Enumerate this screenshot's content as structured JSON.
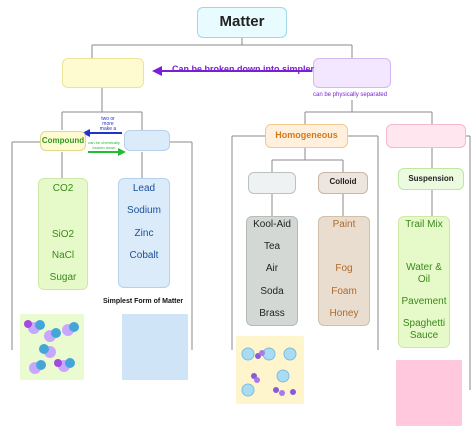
{
  "title": "Matter",
  "arrow_simpler": "Can be broken down into simpler",
  "arrow_physical": "can be physically separated",
  "small_notes": {
    "two_or_more": [
      "two or",
      "more",
      "make a"
    ],
    "separated": [
      "can be chemically",
      "broken down"
    ]
  },
  "compound": {
    "label": "Compound",
    "items": [
      "CO2",
      "SiO2",
      "NaCl",
      "Sugar"
    ]
  },
  "element": {
    "items": [
      "Lead",
      "Sodium",
      "Zinc",
      "Cobalt"
    ],
    "caption": "Simplest Form of Matter"
  },
  "homogeneous": {
    "label": "Homogeneous",
    "solution_items": [
      "Kool-Aid",
      "Tea",
      "Air",
      "Soda",
      "Brass"
    ],
    "colloid_label": "Colloid",
    "colloid_items": [
      "Paint",
      "Fog",
      "Foam",
      "Honey"
    ]
  },
  "heterogeneous": {
    "suspension_label": "Suspension",
    "items": [
      "Trail Mix",
      "Water &\nOil",
      "Pavement",
      "Spaghetti\nSauce"
    ]
  },
  "colors": {
    "title_bg": "#e8fbff",
    "yellow_bg": "#fffbd0",
    "purple_bg": "#f3e6ff",
    "purple_arrow": "#7a1fd4",
    "blue_arrow": "#2233cc",
    "green_arrow": "#22bb33",
    "compound_label": "#2e9a1e",
    "compound_bg": "#e6f9c9",
    "element_bg": "#dcebfa",
    "element_text": "#1a4f9a",
    "homog_bg": "#fff0dd",
    "homog_text": "#d8781a",
    "solution_bg": "#d4d8d4",
    "colloid_bg": "#e9ddd0",
    "colloid_text": "#b06a2a",
    "hetero_bg": "#ffe6ef",
    "suspension_bg": "#ecfbe0",
    "suspension_text": "#3a9a1a",
    "pink_block": "#ffc8dd",
    "blue_block": "#cfe4f6"
  }
}
